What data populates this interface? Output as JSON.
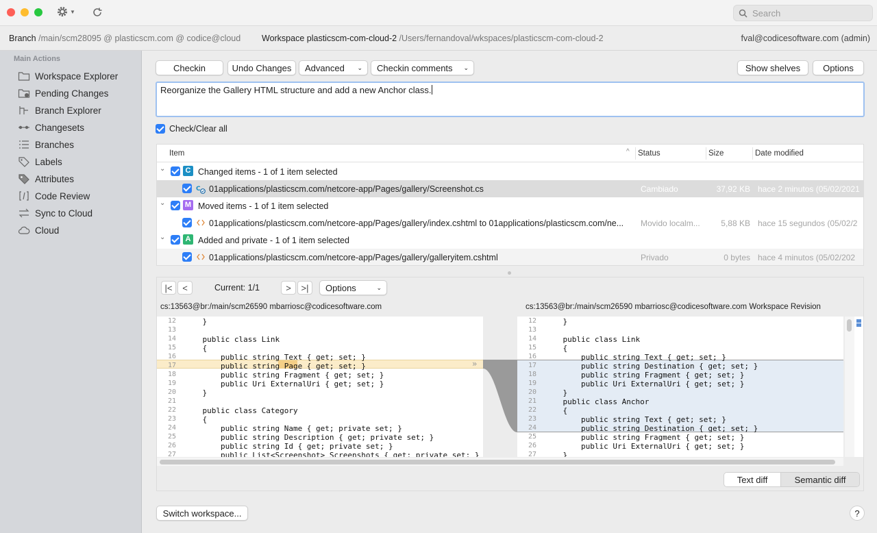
{
  "colors": {
    "accent": "#2d7ef7",
    "changed": "#1c8fc4",
    "moved": "#a56cf0",
    "added": "#2fb673",
    "diff_left_highlight": "#fbecc9",
    "diff_right_highlight": "#c9d9eb",
    "diff_right_block": "#e4ecf5"
  },
  "titlebar": {
    "gear_icon": "gear-icon",
    "refresh_icon": "refresh-icon",
    "search_placeholder": "Search"
  },
  "infobar": {
    "branch_label": "Branch",
    "branch_value": "/main/scm28095 @ plasticscm.com @ codice@cloud",
    "workspace_label": "Workspace",
    "workspace_name": "plasticscm-com-cloud-2",
    "workspace_path": "/Users/fernandoval/wkspaces/plasticscm-com-cloud-2",
    "user": "fval@codicesoftware.com (admin)"
  },
  "sidebar": {
    "header": "Main Actions",
    "items": [
      {
        "label": "Workspace Explorer",
        "icon": "folder-icon"
      },
      {
        "label": "Pending Changes",
        "icon": "pending-changes-icon"
      },
      {
        "label": "Branch Explorer",
        "icon": "branch-explorer-icon"
      },
      {
        "label": "Changesets",
        "icon": "changesets-icon"
      },
      {
        "label": "Branches",
        "icon": "branches-icon"
      },
      {
        "label": "Labels",
        "icon": "label-icon"
      },
      {
        "label": "Attributes",
        "icon": "attributes-icon"
      },
      {
        "label": "Code Review",
        "icon": "code-review-icon"
      },
      {
        "label": "Sync to Cloud",
        "icon": "sync-icon"
      },
      {
        "label": "Cloud",
        "icon": "cloud-icon"
      }
    ]
  },
  "toolbar": {
    "checkin": "Checkin",
    "undo": "Undo Changes",
    "advanced": "Advanced",
    "checkin_comments": "Checkin comments",
    "show_shelves": "Show shelves",
    "options": "Options"
  },
  "comment": "Reorganize the Gallery HTML structure and add a new Anchor class.",
  "check_all": "Check/Clear all",
  "table": {
    "headers": {
      "item": "Item",
      "status": "Status",
      "size": "Size",
      "date": "Date modified"
    },
    "groups": [
      {
        "badge": "C",
        "label": "Changed items - 1 of 1 item selected",
        "files": [
          {
            "path": "01applications/plasticscm.com/netcore-app/Pages/gallery/Screenshot.cs",
            "status": "Cambiado",
            "size": "37,92 KB",
            "date": "hace 2 minutos (05/02/2021"
          }
        ]
      },
      {
        "badge": "M",
        "label": "Moved items - 1 of 1 item selected",
        "files": [
          {
            "path": "01applications/plasticscm.com/netcore-app/Pages/gallery/index.cshtml to 01applications/plasticscm.com/ne...",
            "status": "Movido localm...",
            "size": "5,88 KB",
            "date": "hace 15 segundos (05/02/2"
          }
        ]
      },
      {
        "badge": "A",
        "label": "Added and private - 1 of 1 item selected",
        "files": [
          {
            "path": "01applications/plasticscm.com/netcore-app/Pages/gallery/galleryitem.cshtml",
            "status": "Privado",
            "size": "0 bytes",
            "date": "hace 4 minutos (05/02/202"
          }
        ]
      }
    ]
  },
  "diff": {
    "current": "Current: 1/1",
    "options": "Options",
    "left_header": "cs:13563@br:/main/scm26590 mbarriosc@codicesoftware.com",
    "right_header": "cs:13563@br:/main/scm26590 mbarriosc@codicesoftware.com Workspace Revision",
    "left_lines": [
      {
        "n": "12",
        "t": "    }"
      },
      {
        "n": "13",
        "t": ""
      },
      {
        "n": "14",
        "t": "    public class Link"
      },
      {
        "n": "15",
        "t": "    {"
      },
      {
        "n": "16",
        "t": "        public string Text { get; set; }"
      },
      {
        "n": "17",
        "t": "        public string Page { get; set; }"
      },
      {
        "n": "18",
        "t": "        public string Fragment { get; set; }"
      },
      {
        "n": "19",
        "t": "        public Uri ExternalUri { get; set; }"
      },
      {
        "n": "20",
        "t": "    }"
      },
      {
        "n": "21",
        "t": ""
      },
      {
        "n": "22",
        "t": "    public class Category"
      },
      {
        "n": "23",
        "t": "    {"
      },
      {
        "n": "24",
        "t": "        public string Name { get; private set; }"
      },
      {
        "n": "25",
        "t": "        public string Description { get; private set; }"
      },
      {
        "n": "26",
        "t": "        public string Id { get; private set; }"
      },
      {
        "n": "27",
        "t": "        public List<Screenshot> Screenshots { get; private set; }"
      }
    ],
    "right_lines": [
      {
        "n": "12",
        "t": "    }"
      },
      {
        "n": "13",
        "t": ""
      },
      {
        "n": "14",
        "t": "    public class Link"
      },
      {
        "n": "15",
        "t": "    {"
      },
      {
        "n": "16",
        "t": "        public string Text { get; set; }"
      },
      {
        "n": "17",
        "t": "        public string Destination { get; set; }"
      },
      {
        "n": "18",
        "t": "        public string Fragment { get; set; }"
      },
      {
        "n": "19",
        "t": "        public Uri ExternalUri { get; set; }"
      },
      {
        "n": "20",
        "t": "    }"
      },
      {
        "n": "21",
        "t": "    public class Anchor"
      },
      {
        "n": "22",
        "t": "    {"
      },
      {
        "n": "23",
        "t": "        public string Text { get; set; }"
      },
      {
        "n": "24",
        "t": "        public string Destination { get; set; }"
      },
      {
        "n": "25",
        "t": "        public string Fragment { get; set; }"
      },
      {
        "n": "26",
        "t": "        public Uri ExternalUri { get; set; }"
      },
      {
        "n": "27",
        "t": "    }"
      }
    ],
    "text_diff": "Text diff",
    "semantic_diff": "Semantic diff"
  },
  "footer": {
    "switch_workspace": "Switch workspace...",
    "help": "?"
  }
}
